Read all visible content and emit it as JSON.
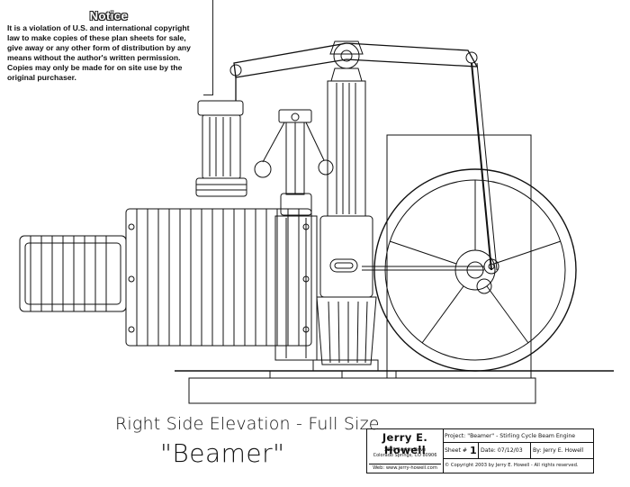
{
  "notice": {
    "title": "Notice",
    "lines": [
      "It is a violation of U.S. and international copyright",
      "law to make copies of these plan sheets for sale,",
      "give away or any other form of distribution by any",
      "means without the author's written permission.",
      "Copies may only be made for on site use by the",
      "original purchaser."
    ]
  },
  "caption": {
    "view": "Right Side Elevation - Full Size",
    "name": "\"Beamer\""
  },
  "title_block": {
    "designer": "Jerry E. Howell",
    "address_line1": "3868 Becket Drive",
    "address_line2": "Colorado Springs, CO 80906",
    "web": "Web: www.jerry-howell.com",
    "project": "Project: \"Beamer\" - Stirling Cycle Beam Engine",
    "sheet_label": "Sheet #",
    "sheet_number": "1",
    "date": "Date: 07/12/03",
    "by": "By: Jerry E. Howell",
    "copyright": "© Copyright 2003 by Jerry E. Howell - All rights reserved."
  },
  "colors": {
    "ink": "#111111",
    "paper": "#ffffff"
  }
}
